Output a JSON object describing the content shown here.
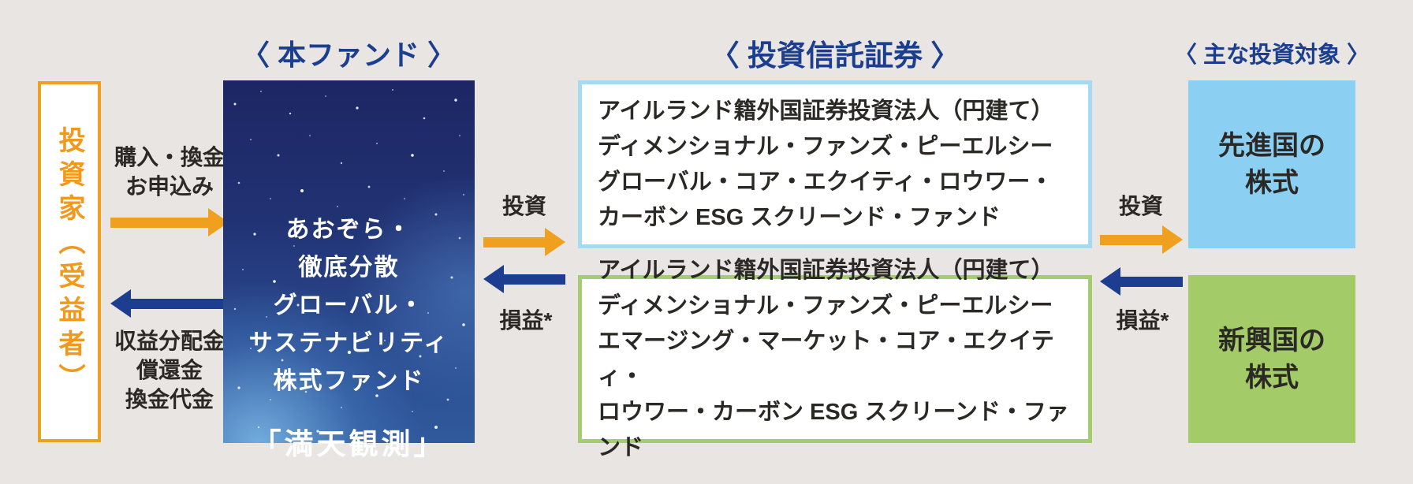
{
  "headers": {
    "fund_column": "〈 本ファンド 〉",
    "trust_column": "〈 投資信託証券 〉",
    "target_column": "〈 主な投資対象 〉"
  },
  "investor": {
    "label": "投資家（受益者）"
  },
  "fund": {
    "name": "あおぞら・\n徹底分散\nグローバル・\nサステナビリティ\n株式ファンド",
    "nickname": "「満天観測」"
  },
  "flows": {
    "purchase": "購入・換金\nお申込み",
    "redemption": "収益分配金\n償還金\n換金代金",
    "invest_mid": "投資",
    "profit_loss_mid": "損益*",
    "invest_right": "投資",
    "profit_loss_right": "損益*"
  },
  "trust_securities": {
    "developed": "アイルランド籍外国証券投資法人（円建て）\nディメンショナル・ファンズ・ピーエルシー\nグローバル・コア・エクイティ・ロウワー・\nカーボン ESG スクリーンド・ファンド",
    "emerging": "アイルランド籍外国証券投資法人（円建て）\nディメンショナル・ファンズ・ピーエルシー\nエマージング・マーケット・コア・エクイティ・\nロウワー・カーボン ESG スクリーンド・ファンド"
  },
  "targets": {
    "developed": "先進国の\n株式",
    "emerging": "新興国の\n株式"
  },
  "colors": {
    "background": "#e8e5e2",
    "header_navy": "#1c3e8e",
    "accent_orange": "#f0a01f",
    "arrow_blue": "#1d3e90",
    "trust_developed_border": "#a6d9f2",
    "trust_emerging_border": "#a3cd70",
    "target_developed_fill": "#8bd0f3",
    "target_emerging_fill": "#a3cb68",
    "text_dark": "#2b2926"
  }
}
